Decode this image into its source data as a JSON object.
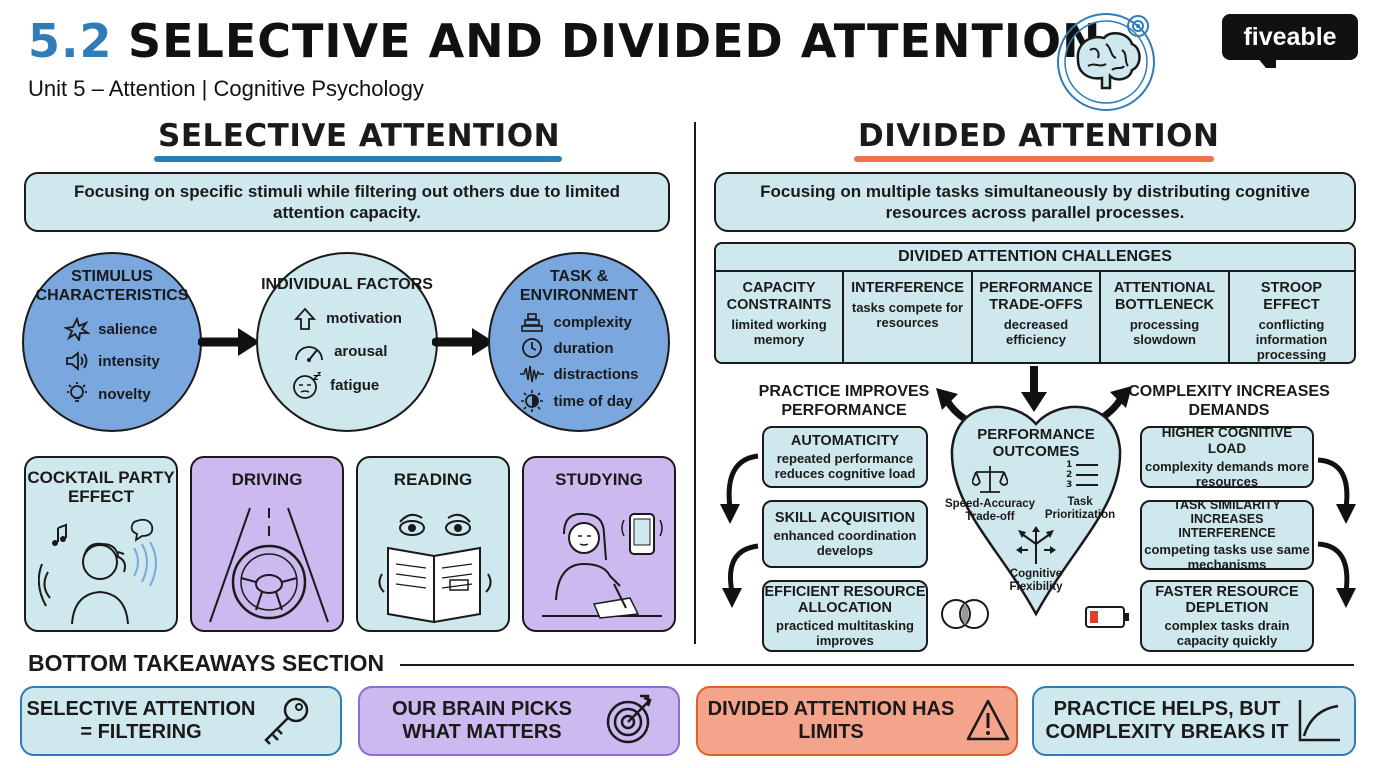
{
  "header": {
    "title_number": "5.2",
    "title_text": "SELECTIVE AND DIVIDED ATTENTION",
    "subtitle": "Unit 5 – Attention | Cognitive Psychology",
    "logo": "fiveable"
  },
  "selective": {
    "heading": "SELECTIVE ATTENTION",
    "definition": "Focusing on specific stimuli while filtering out others due to limited attention capacity.",
    "factors": [
      {
        "title": "STIMULUS CHARACTERISTICS",
        "items": [
          "salience",
          "intensity",
          "novelty"
        ]
      },
      {
        "title": "INDIVIDUAL FACTORS",
        "items": [
          "motivation",
          "arousal",
          "fatigue"
        ]
      },
      {
        "title": "TASK & ENVIRONMENT",
        "items": [
          "complexity",
          "duration",
          "distractions",
          "time of day"
        ]
      }
    ],
    "examples": [
      "COCKTAIL PARTY EFFECT",
      "DRIVING",
      "READING",
      "STUDYING"
    ]
  },
  "divided": {
    "heading": "DIVIDED ATTENTION",
    "definition": "Focusing on multiple tasks simultaneously by distributing cognitive resources across parallel processes.",
    "challenges_title": "DIVIDED ATTENTION CHALLENGES",
    "challenges": [
      {
        "title": "CAPACITY CONSTRAINTS",
        "desc": "limited working memory"
      },
      {
        "title": "INTERFERENCE",
        "desc": "tasks compete for resources"
      },
      {
        "title": "PERFORMANCE TRADE-OFFS",
        "desc": "decreased efficiency"
      },
      {
        "title": "ATTENTIONAL BOTTLENECK",
        "desc": "processing slowdown"
      },
      {
        "title": "STROOP EFFECT",
        "desc": "conflicting information processing"
      }
    ],
    "practice_heading": "PRACTICE IMPROVES PERFORMANCE",
    "complexity_heading": "COMPLEXITY INCREASES DEMANDS",
    "practice_items": [
      {
        "title": "AUTOMATICITY",
        "desc": "repeated performance reduces cognitive load"
      },
      {
        "title": "SKILL ACQUISITION",
        "desc": "enhanced coordination develops"
      },
      {
        "title": "EFFICIENT RESOURCE ALLOCATION",
        "desc": "practiced multitasking improves"
      }
    ],
    "complexity_items": [
      {
        "title": "HIGHER COGNITIVE LOAD",
        "desc": "complexity demands more resources"
      },
      {
        "title": "TASK SIMILARITY INCREASES INTERFERENCE",
        "desc": "competing tasks use same mechanisms"
      },
      {
        "title": "FASTER RESOURCE DEPLETION",
        "desc": "complex tasks drain capacity quickly"
      }
    ],
    "outcomes": {
      "title": "PERFORMANCE OUTCOMES",
      "speed": "Speed-Accuracy Trade-off",
      "task": "Task Prioritization",
      "flex": "Cognitive Flexibility",
      "list_nums": [
        "1",
        "2",
        "3"
      ]
    }
  },
  "bottom": {
    "heading": "BOTTOM TAKEAWAYS SECTION",
    "takeaways": [
      {
        "text": "SELECTIVE ATTENTION = FILTERING",
        "color": "#cfe8ee",
        "icon": "key-icon"
      },
      {
        "text": "OUR BRAIN PICKS WHAT MATTERS",
        "color": "#cbb9ef",
        "icon": "target-icon"
      },
      {
        "text": "DIVIDED ATTENTION HAS LIMITS",
        "color": "#f5a48c",
        "icon": "warning-icon"
      },
      {
        "text": "PRACTICE HELPS, BUT COMPLEXITY BREAKS IT",
        "color": "#cfe8ee",
        "icon": "curve-icon"
      }
    ]
  },
  "colors": {
    "accent_blue": "#2e7cb8",
    "accent_red": "#f07050",
    "light_blue": "#cfe8ee",
    "circle_blue": "#7aa7dd",
    "purple": "#cbb9ef",
    "salmon": "#f5a48c"
  }
}
